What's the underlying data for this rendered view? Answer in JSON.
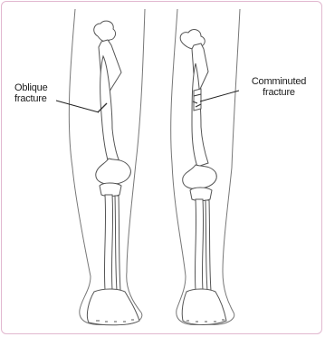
{
  "labels": {
    "left": {
      "line1": "Oblique",
      "line2": "fracture"
    },
    "right": {
      "line1": "Comminuted",
      "line2": "fracture"
    }
  },
  "colors": {
    "frame_border": "#e1b7cf",
    "outline": "#555555",
    "bone_fill": "#ffffff",
    "leader": "#222222"
  }
}
